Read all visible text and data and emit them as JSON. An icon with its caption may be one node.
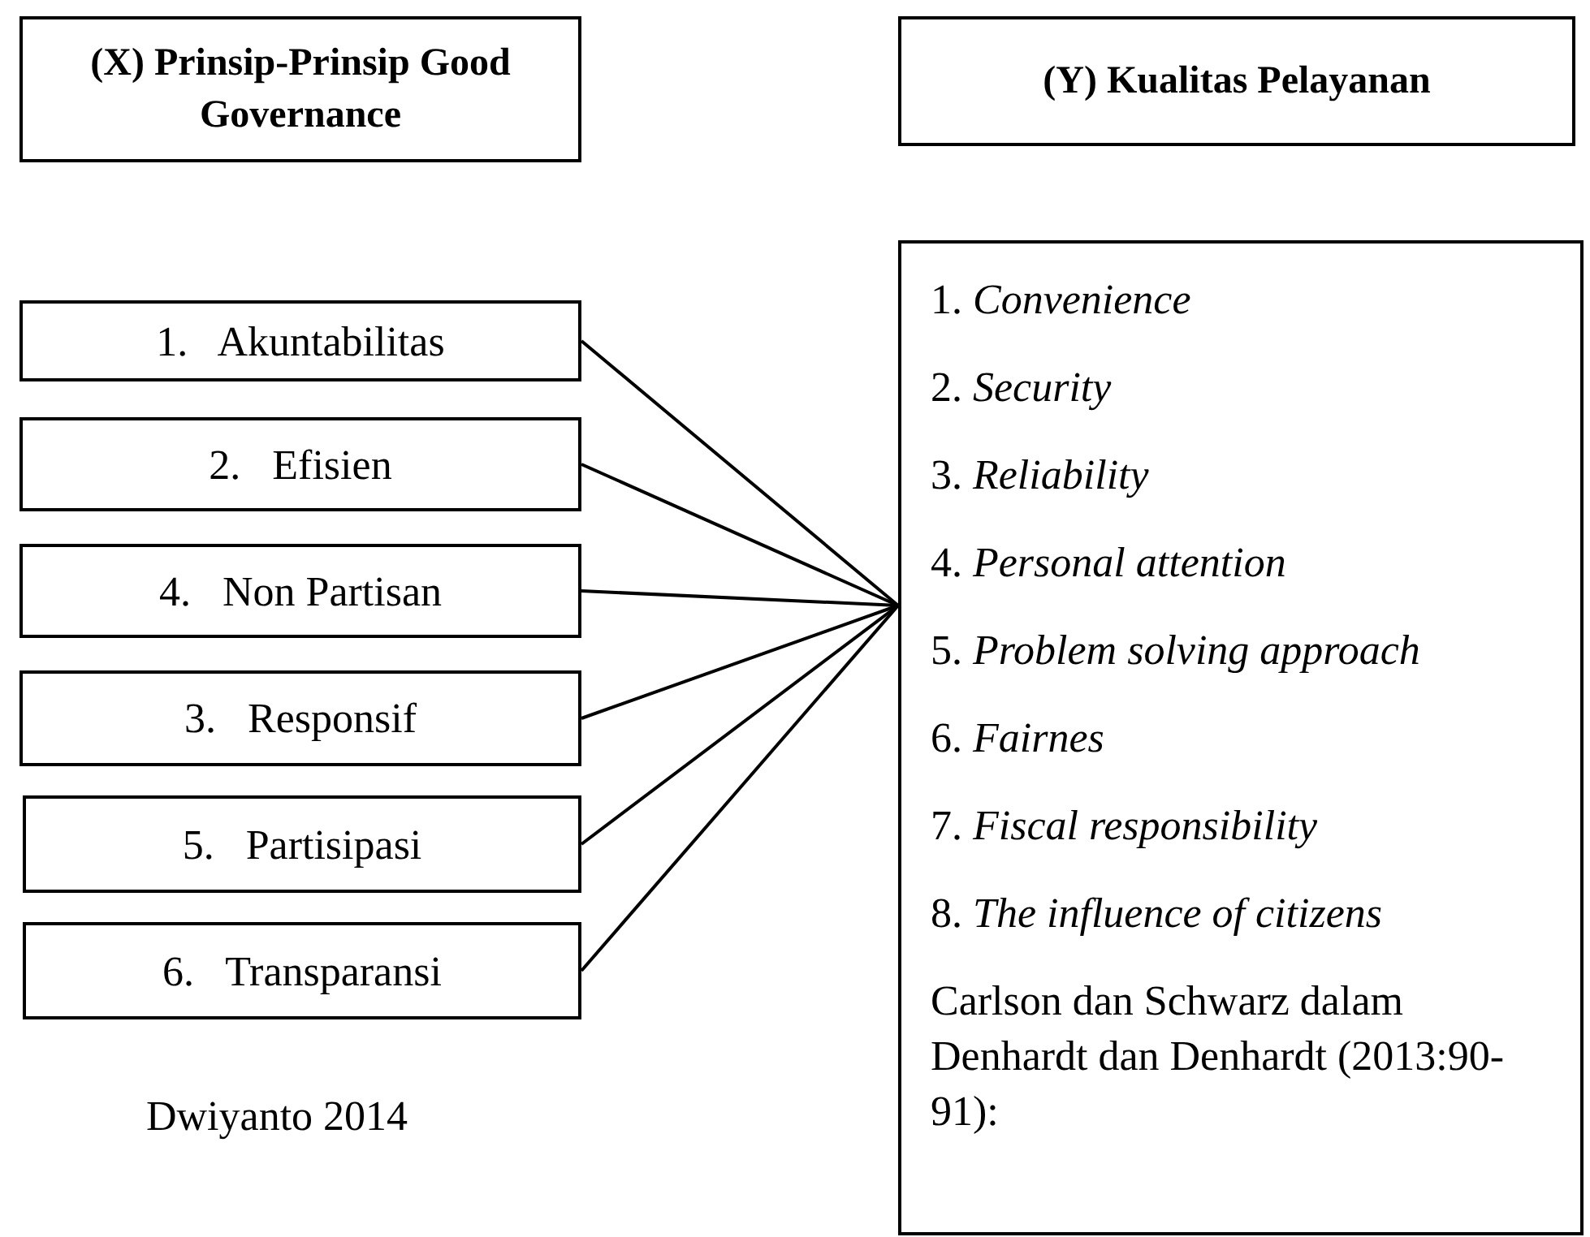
{
  "diagram": {
    "nodes": [
      {
        "text": [
          "(X) Prinsip-Prinsip Good Governance"
        ]
      },
      {
        "text": [
          "(Y) Kualitas Pelayanan"
        ]
      },
      {
        "text": [
          "1.   Akuntabilitas"
        ]
      },
      {
        "text": [
          "2.   Efisien"
        ]
      },
      {
        "text": [
          "4.   Non Partisan"
        ]
      },
      {
        "text": [
          "3.   Responsif"
        ]
      },
      {
        "text": [
          "5.   Partisipasi"
        ]
      },
      {
        "text": [
          "6.   Transparansi"
        ]
      },
      {
        "text": [
          "1. *Convenience*",
          "2. *Security*",
          "3. *Reliability*",
          "4. *Personal attention*",
          "5. *Problem solving approach*",
          "6. *Fairnes*",
          "7. *Fiscal responsibility*",
          "8. *The influence of citizens*",
          "Carlson dan Schwarz dalam Denhardt dan Denhardt (2013:90-91):"
        ]
      }
    ],
    "edges": [
      {
        "from": 2,
        "to": 8,
        "arrow": "none"
      },
      {
        "from": 3,
        "to": 8,
        "arrow": "none"
      },
      {
        "from": 4,
        "to": 8,
        "arrow": "none"
      },
      {
        "from": 5,
        "to": 8,
        "arrow": "none"
      },
      {
        "from": 6,
        "to": 8,
        "arrow": "none"
      },
      {
        "from": 7,
        "to": 8,
        "arrow": "none"
      }
    ],
    "labels": [
      "Dwiyanto 2014"
    ]
  }
}
